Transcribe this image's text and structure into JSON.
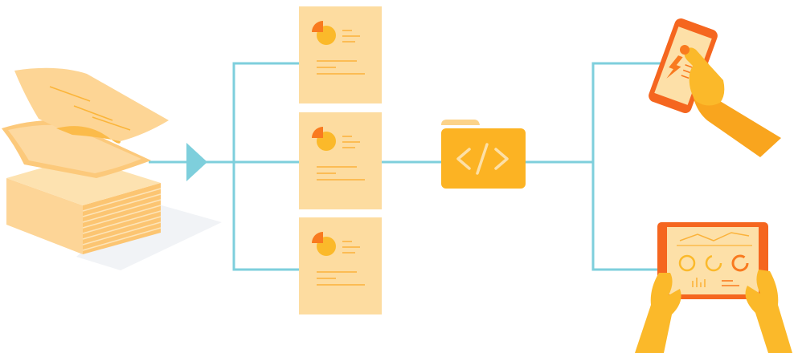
{
  "diagram": {
    "type": "document-processing-flow",
    "stages": [
      "paper-stack",
      "arrow",
      "documents",
      "code-folder",
      "devices"
    ],
    "documents_count": 3,
    "folder_symbol": "</>",
    "devices": [
      "smartphone",
      "tablet"
    ]
  },
  "icons": {
    "paper_stack": "paper-stack-icon",
    "arrow": "triangle-arrow-icon",
    "document": "report-document-icon",
    "folder": "code-folder-icon",
    "phone": "smartphone-icon",
    "tablet": "tablet-dashboard-icon"
  },
  "colors": {
    "connector": "#7ecfdc",
    "paper_light": "#fddca0",
    "paper_mid": "#fcc875",
    "orange": "#f97a1f",
    "yellow": "#fbb92a",
    "folder": "#fcb323",
    "folder_tab": "#fcd38a",
    "device_frame": "#f5661f",
    "hand": "#f9a51e",
    "shadow": "#f1f3f6"
  }
}
